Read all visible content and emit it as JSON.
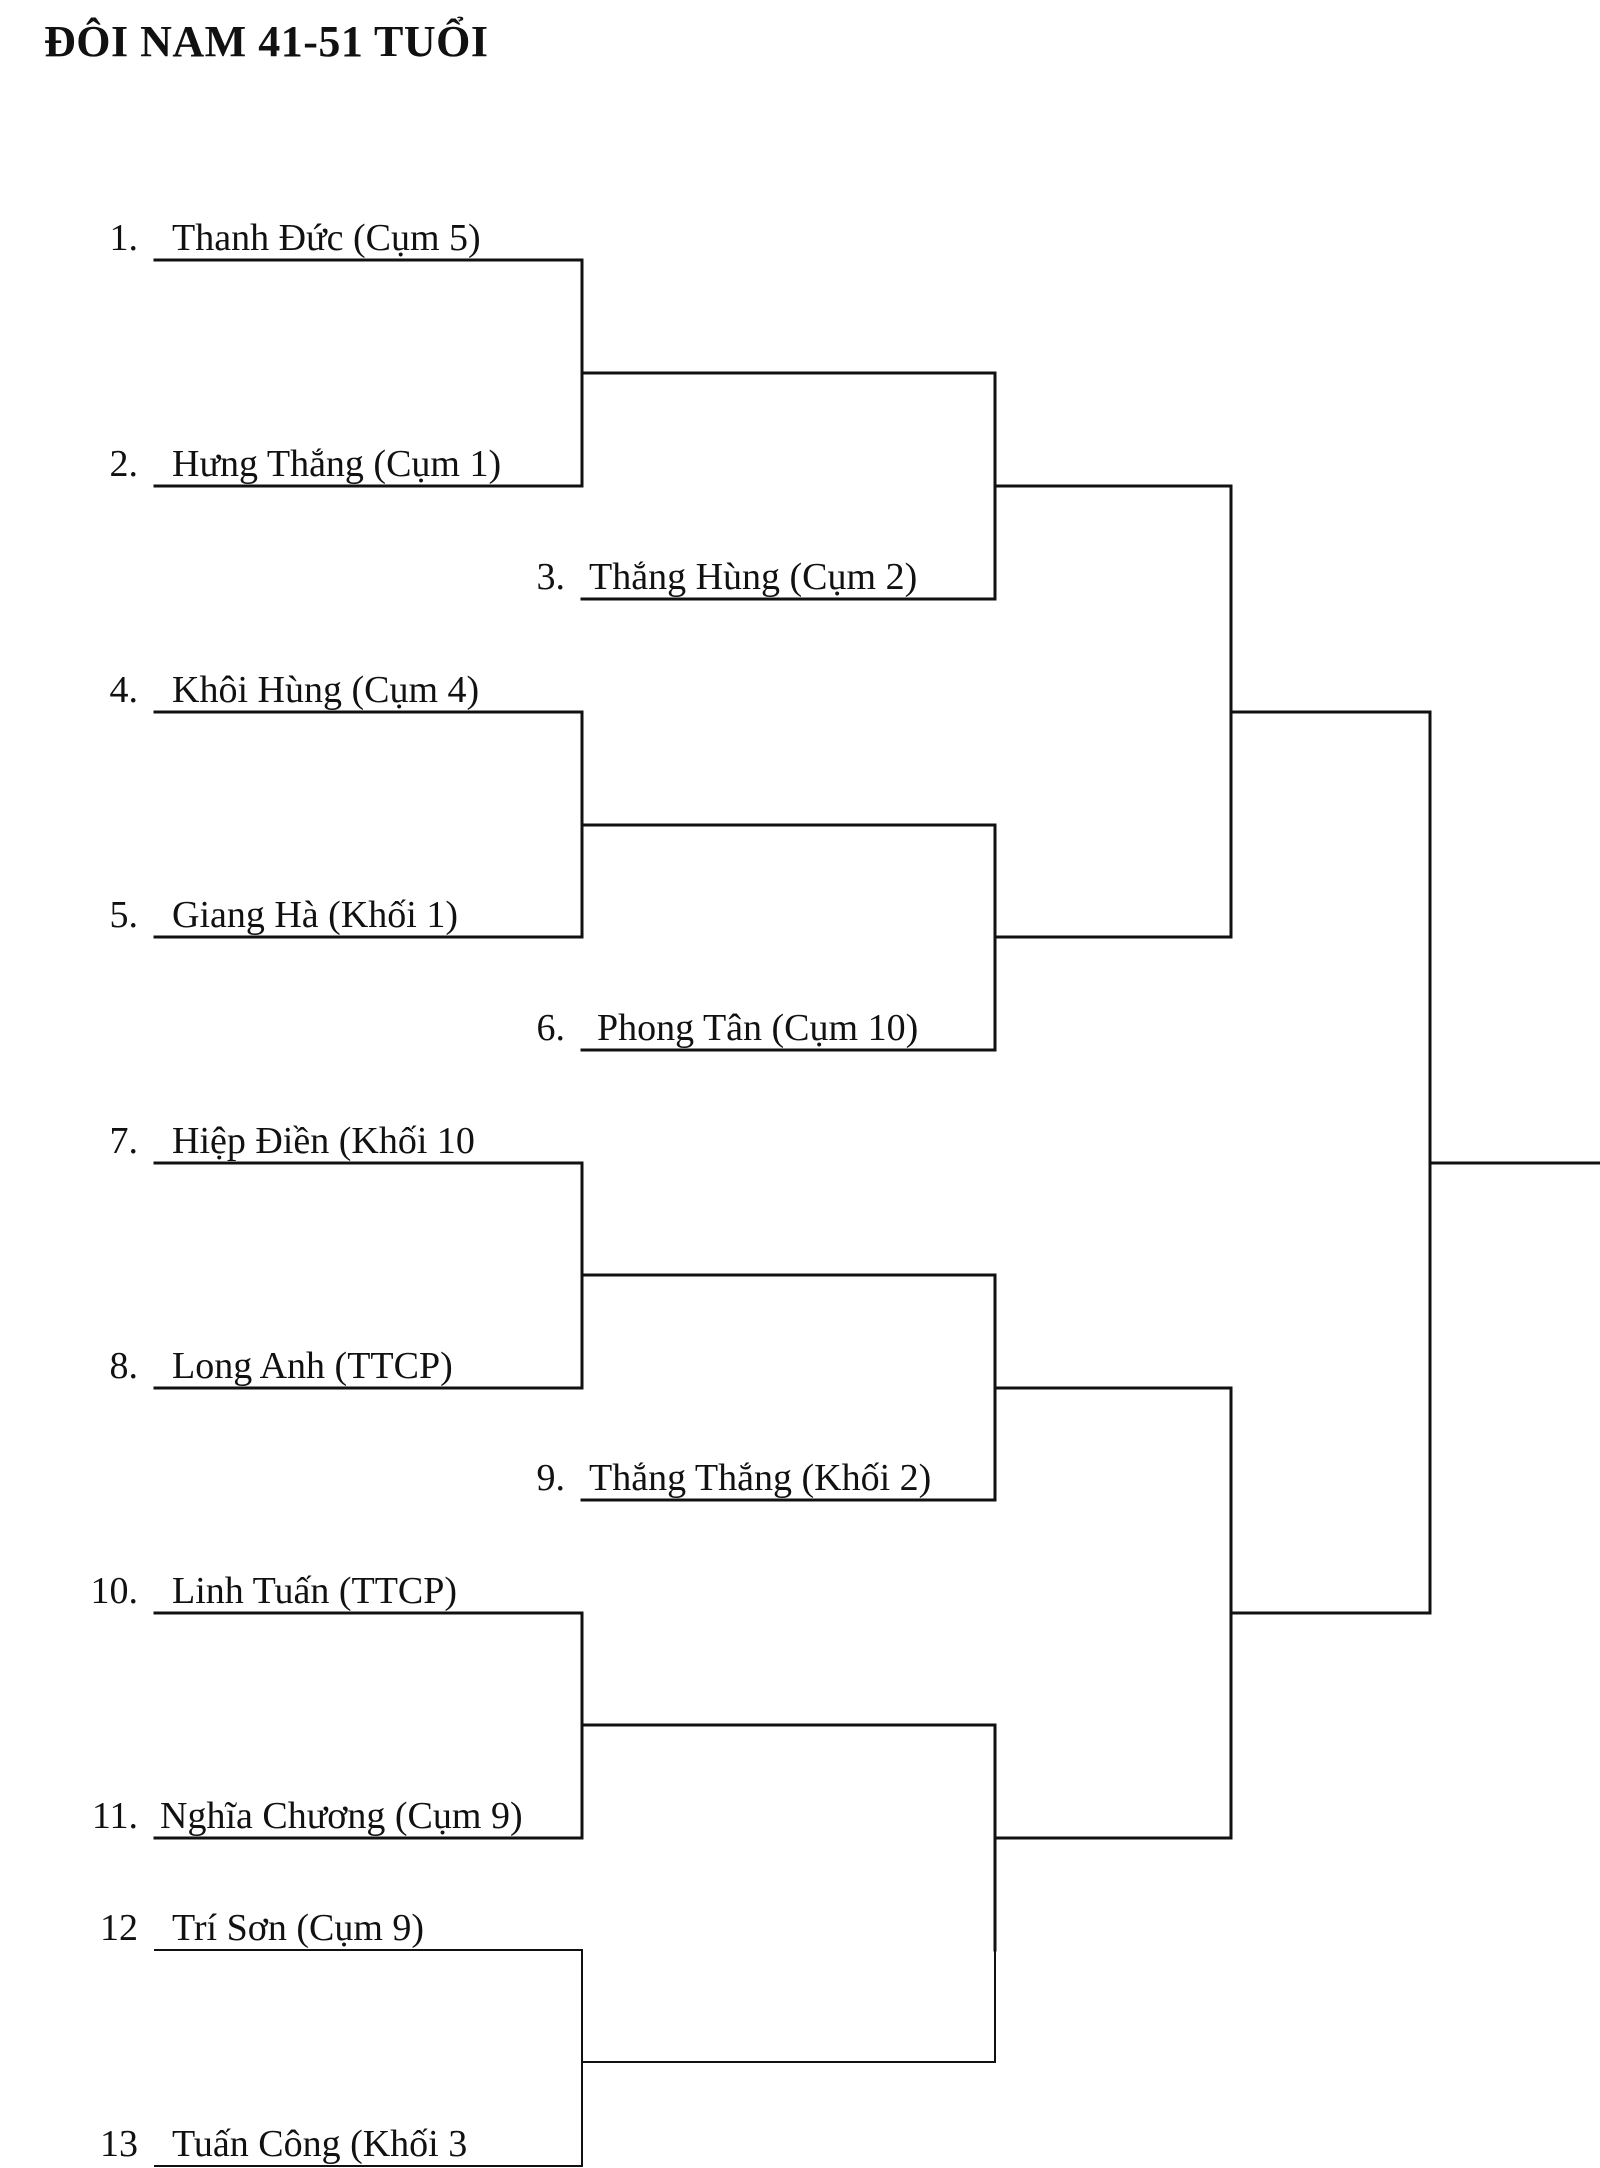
{
  "title": "ĐÔI NAM 41-51 TUỔI",
  "entries": [
    {
      "num": "1.",
      "name": "Thanh Đức (Cụm 5)"
    },
    {
      "num": "2.",
      "name": "Hưng Thắng (Cụm 1)"
    },
    {
      "num": "3.",
      "name": "Thắng Hùng (Cụm 2)"
    },
    {
      "num": "4.",
      "name": "Khôi Hùng (Cụm 4)"
    },
    {
      "num": "5.",
      "name": "Giang Hà (Khối 1)"
    },
    {
      "num": "6.",
      "name": "Phong Tân (Cụm 10)"
    },
    {
      "num": "7.",
      "name": "Hiệp Điền (Khối 10"
    },
    {
      "num": "8.",
      "name": "Long Anh (TTCP)"
    },
    {
      "num": "9.",
      "name": "Thắng Thắng (Khối 2)"
    },
    {
      "num": "10.",
      "name": "Linh Tuấn (TTCP)"
    },
    {
      "num": "11.",
      "name": "Nghĩa Chương (Cụm 9)"
    },
    {
      "num": "12",
      "name": "Trí Sơn (Cụm 9)"
    },
    {
      "num": "13",
      "name": "Tuấn Công (Khối 3"
    }
  ]
}
